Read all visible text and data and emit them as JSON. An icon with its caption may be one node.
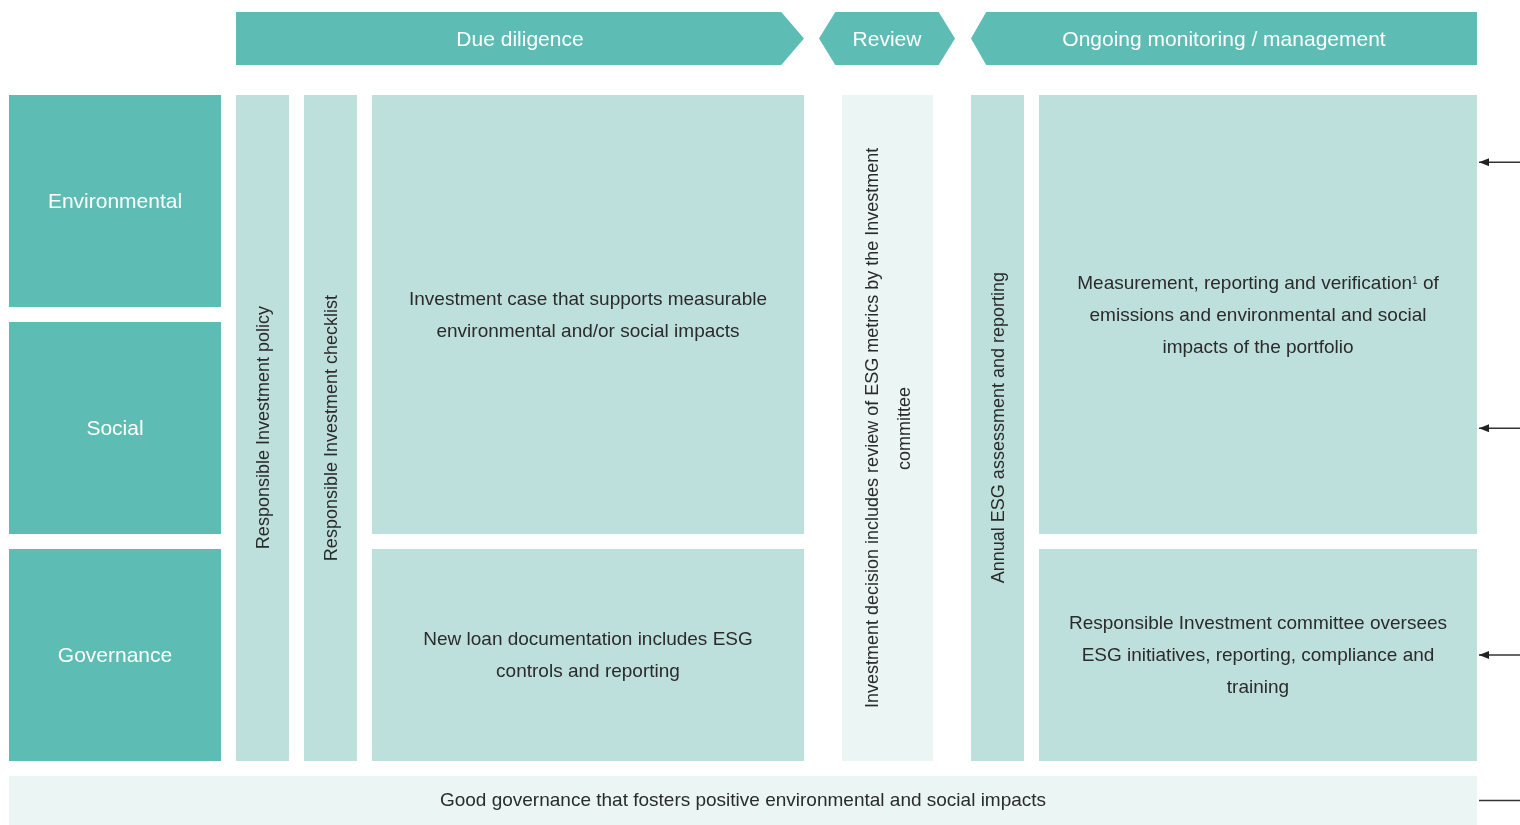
{
  "diagram": {
    "nodes": [
      {
        "text": [
          "Due diligence"
        ]
      },
      {
        "text": [
          "Review"
        ]
      },
      {
        "text": [
          "Ongoing monitoring / management"
        ]
      },
      {
        "text": [
          "Environmental"
        ]
      },
      {
        "text": [
          "Social"
        ]
      },
      {
        "text": [
          "Governance"
        ]
      },
      {
        "text": [
          "Responsible Investment policy"
        ]
      },
      {
        "text": [
          "Responsible Investment checklist"
        ]
      },
      {
        "text": [
          "Investment case that supports measurable environmental and/or social impacts"
        ]
      },
      {
        "text": [
          "New loan documentation includes ESG controls and reporting"
        ]
      },
      {
        "text": [
          "Investment decision includes review of ESG metrics by the Investment committee"
        ]
      },
      {
        "text": [
          "Annual ESG assessment and reporting"
        ]
      },
      {
        "text": [
          "Measurement, reporting and verification$^{1}$ of emissions and environmental and social impacts of the portfolio"
        ]
      },
      {
        "text": [
          "Responsible Investment committee oversees ESG initiatives, reporting, compliance and training"
        ]
      },
      {
        "text": [
          "Good governance that fosters positive environmental and social impacts"
        ]
      }
    ],
    "edges": [
      {
        "from": null,
        "to": 12,
        "arrow": "to"
      },
      {
        "from": null,
        "to": 12,
        "arrow": "to"
      },
      {
        "from": null,
        "to": 13,
        "arrow": "to"
      },
      {
        "from": 14,
        "to": null,
        "arrow": "none"
      }
    ]
  }
}
